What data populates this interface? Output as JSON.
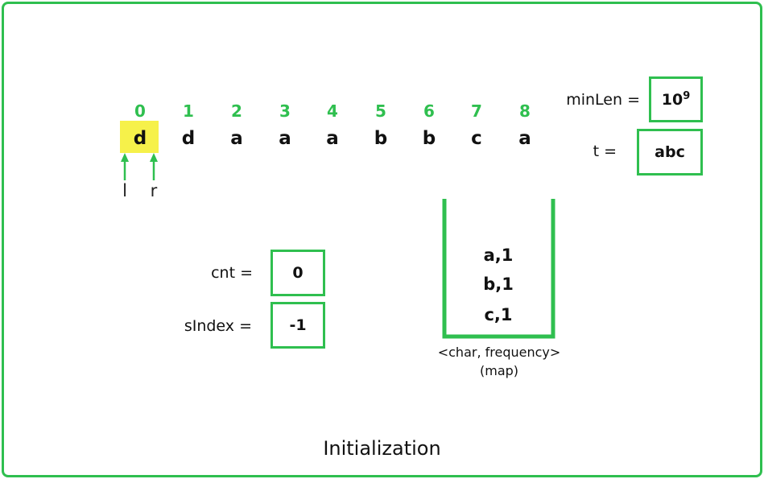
{
  "string": {
    "indices": [
      "0",
      "1",
      "2",
      "3",
      "4",
      "5",
      "6",
      "7",
      "8"
    ],
    "chars": [
      "d",
      "d",
      "a",
      "a",
      "a",
      "b",
      "b",
      "c",
      "a"
    ],
    "highlighted_index": 0
  },
  "pointers": {
    "l": "l",
    "r": "r"
  },
  "vars": {
    "minLen_label": "minLen =",
    "minLen_base": "10",
    "minLen_exp": "9",
    "t_label": "t =",
    "t_value": "abc",
    "cnt_label": "cnt =",
    "cnt_value": "0",
    "sIndex_label": "sIndex =",
    "sIndex_value": "-1"
  },
  "map": {
    "entries": [
      "a,1",
      "b,1",
      "c,1"
    ],
    "caption_line1": "<char, frequency>",
    "caption_line2": "(map)"
  },
  "caption": "Initialization",
  "colors": {
    "accent": "#2fbf4f",
    "highlight": "#f6f14a"
  }
}
